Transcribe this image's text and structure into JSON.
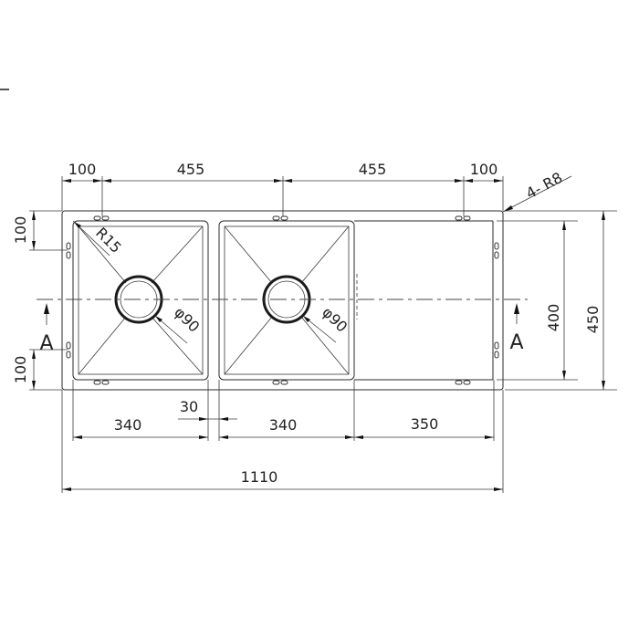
{
  "drawing": {
    "type": "double bowl sink with drainboard - top view",
    "stroke_color": "#2a2a2a",
    "background": "#ffffff"
  },
  "dimensions": {
    "top": {
      "d1": "100",
      "d2": "455",
      "d3": "455",
      "d4": "100"
    },
    "corner_radius_note": "4- R8",
    "left": {
      "top_offset": "100",
      "bottom_offset": "100"
    },
    "right": {
      "inner_depth": "400",
      "overall_depth": "450"
    },
    "bowl_corner_radius": "R15",
    "drain_1": "φ90",
    "drain_2": "φ90",
    "bottom": {
      "bowl_1_width": "340",
      "gap": "30",
      "bowl_2_width": "340",
      "drainboard_width": "350",
      "overall_width": "1110"
    },
    "section_marks": {
      "left": "A",
      "right": "A"
    }
  }
}
